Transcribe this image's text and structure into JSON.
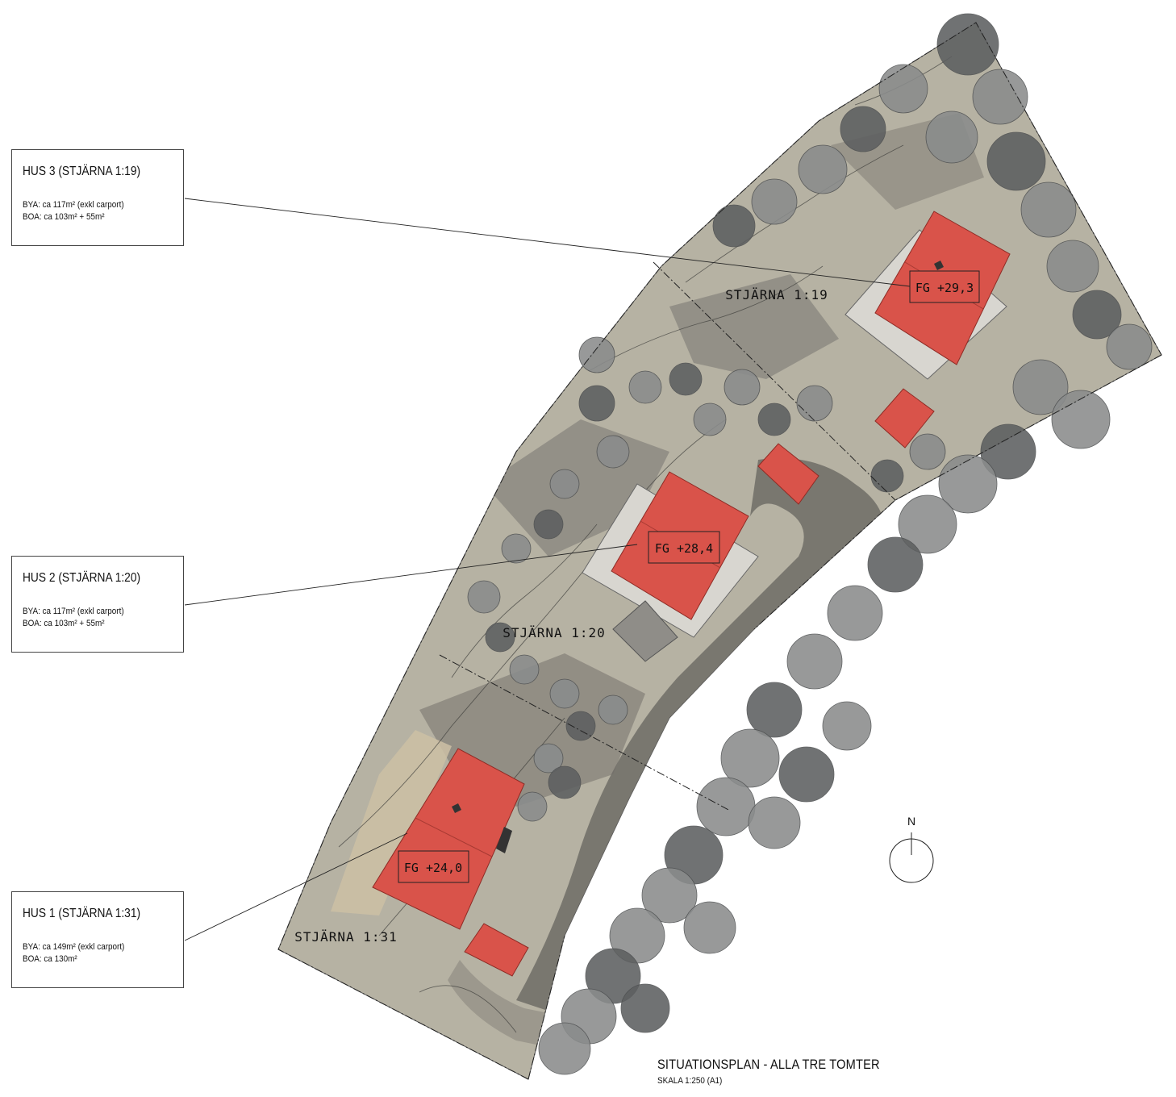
{
  "colors": {
    "roof": "#d9534a",
    "roof_dark": "#b23b35",
    "terrain": "#b8b4a4",
    "shadow": "#7d7a72",
    "road": "#6f6c66",
    "trees": "#8a8c8c",
    "trees_dark": "#5d5f60"
  },
  "houses": [
    {
      "heading": "HUS 3 (STJÄRNA 1:19)",
      "bya": "BYA: ca 117m² (exkl carport)",
      "boa": "BOA: ca 103m² + 55m²",
      "plot": "STJÄRNA 1:19",
      "level": "FG  +29,3"
    },
    {
      "heading": "HUS 2 (STJÄRNA 1:20)",
      "bya": "BYA: ca 117m² (exkl carport)",
      "boa": "BOA: ca 103m² + 55m²",
      "plot": "STJÄRNA 1:20",
      "level": "FG  +28,4"
    },
    {
      "heading": "HUS 1 (STJÄRNA 1:31)",
      "bya": "BYA: ca 149m² (exkl carport)",
      "boa": "BOA: ca 130m²",
      "plot": "STJÄRNA 1:31",
      "level": "FG  +24,0"
    }
  ],
  "north_arrow": {
    "label": "N"
  },
  "drawing": {
    "title": "SITUATIONSPLAN - ALLA TRE TOMTER",
    "scale": "SKALA 1:250 (A1)"
  }
}
